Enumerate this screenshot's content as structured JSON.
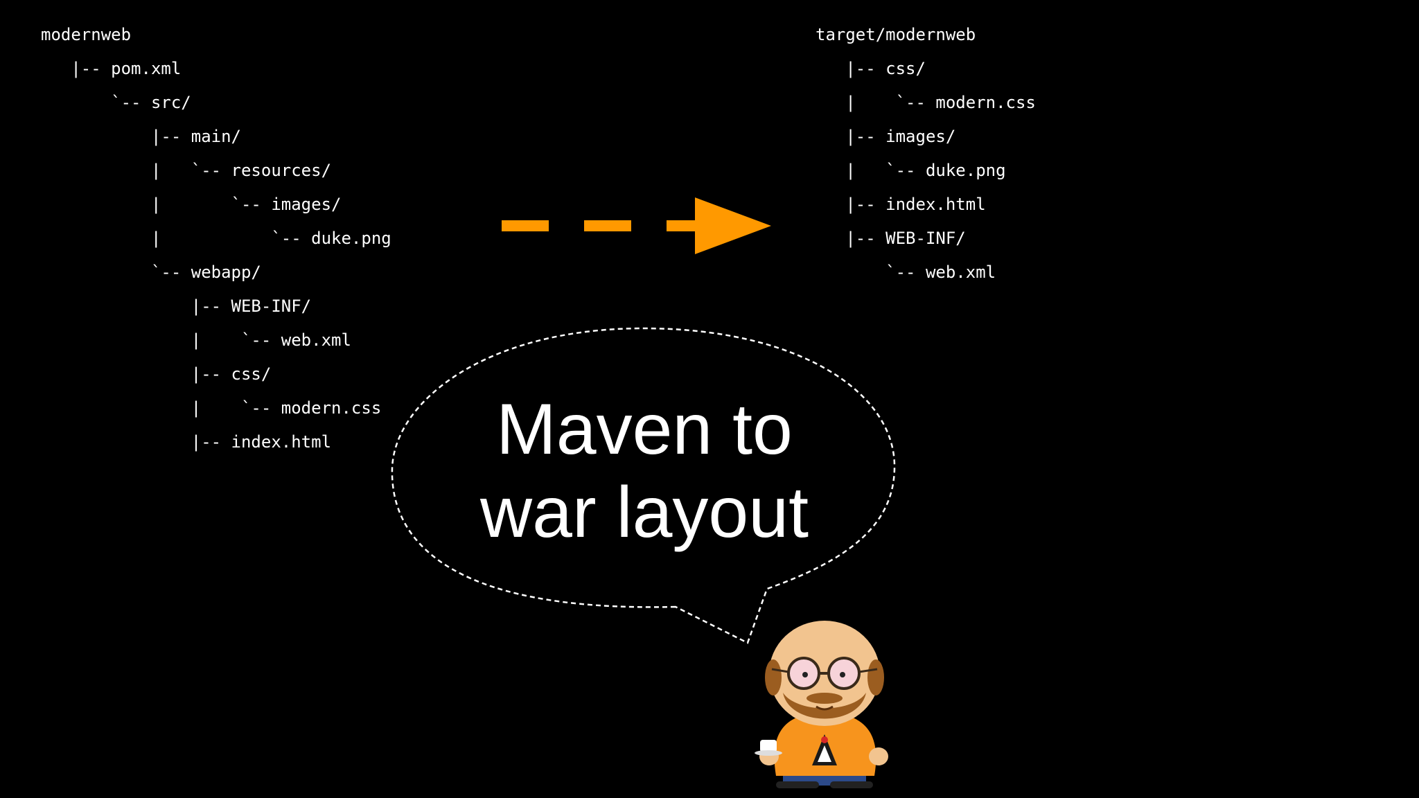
{
  "source_tree": {
    "lines": [
      "modernweb",
      "   |-- pom.xml",
      "       `-- src/",
      "           |-- main/",
      "           |   `-- resources/",
      "           |       `-- images/",
      "           |           `-- duke.png",
      "           `-- webapp/",
      "               |-- WEB-INF/",
      "               |    `-- web.xml",
      "               |-- css/",
      "               |    `-- modern.css",
      "               |-- index.html"
    ]
  },
  "target_tree": {
    "lines": [
      "target/modernweb",
      "   |-- css/",
      "   |    `-- modern.css",
      "   |-- images/",
      "   |   `-- duke.png",
      "   |-- index.html",
      "   |-- WEB-INF/",
      "       `-- web.xml"
    ]
  },
  "speech_bubble": {
    "line1": "Maven to",
    "line2": "war layout"
  },
  "colors": {
    "background": "#000000",
    "text": "#ffffff",
    "arrow": "#ff9900",
    "mascot_shirt": "#f7941d",
    "mascot_skin": "#f2c48f"
  },
  "icons": {
    "arrow": "dashed-arrow-right-icon",
    "mascot": "cartoon-developer-mascot-icon"
  }
}
